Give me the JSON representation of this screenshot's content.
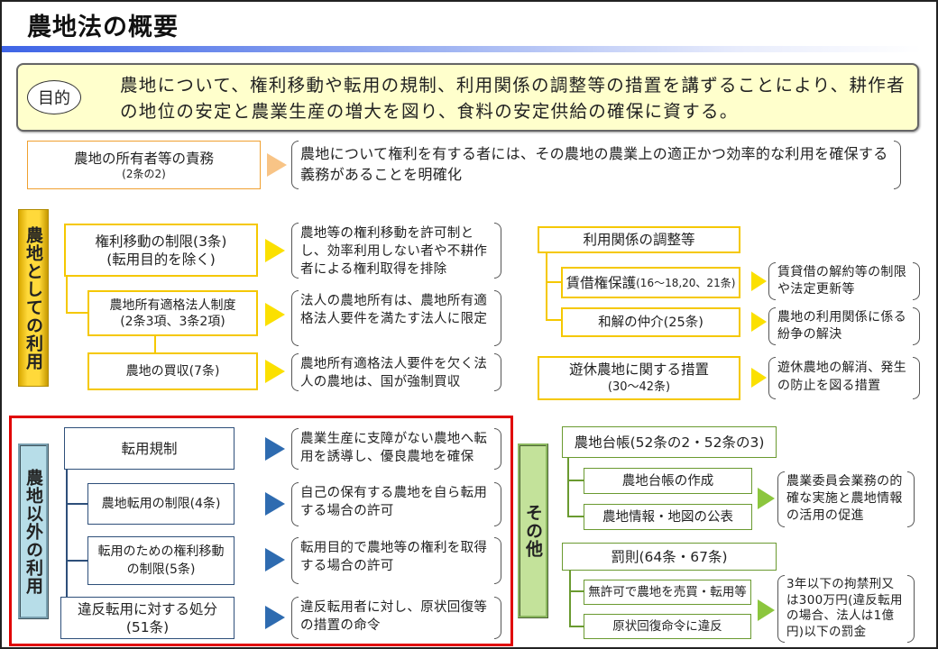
{
  "title": "農地法の概要",
  "purpose": {
    "label": "目的",
    "text": "農地について、権利移動や転用の規制、利用関係の調整等の措置を講ずることにより、耕作者の地位の安定と農業生産の増大を図り、食料の安定供給の確保に資する。"
  },
  "duty": {
    "title": "農地の所有者等の責務",
    "ref": "(2条の2)",
    "desc": "農地について権利を有する者には、その農地の農業上の適正かつ効率的な利用を確保する義務があることを明確化"
  },
  "agri_use": {
    "label": "農地としての利用",
    "items": [
      {
        "title": "権利移動の制限(3条)",
        "sub": "(転用目的を除く)",
        "desc": "農地等の権利移動を許可制とし、効率利用しない者や不耕作者による権利取得を排除"
      },
      {
        "title": "農地所有適格法人制度",
        "sub": "(2条3項、3条2項)",
        "desc": "法人の農地所有は、農地所有適格法人要件を満たす法人に限定"
      },
      {
        "title": "農地の買収(7条)",
        "desc": "農地所有適格法人要件を欠く法人の農地は、国が強制買収"
      }
    ]
  },
  "relations": {
    "title": "利用関係の調整等",
    "items": [
      {
        "title": "賃借権保護",
        "ref": "(16〜18,20、21条)",
        "desc": "賃貸借の解約等の制限や法定更新等"
      },
      {
        "title": "和解の仲介(25条)",
        "desc": "農地の利用関係に係る紛争の解決"
      }
    ]
  },
  "idle": {
    "title": "遊休農地に関する措置",
    "ref": "(30〜42条)",
    "desc": "遊休農地の解消、発生の防止を図る措置"
  },
  "non_agri": {
    "label": "農地以外の利用",
    "items": [
      {
        "title": "転用規制",
        "desc": "農業生産に支障がない農地へ転用を誘導し、優良農地を確保"
      },
      {
        "title": "農地転用の制限(4条)",
        "desc": "自己の保有する農地を自ら転用する場合の許可"
      },
      {
        "title": "転用のための権利移動の制限(5条)",
        "desc": "転用目的で農地等の権利を取得する場合の許可"
      },
      {
        "title": "違反転用に対する処分",
        "sub": "(51条)",
        "desc": "違反転用者に対し、原状回復等の措置の命令"
      }
    ]
  },
  "other": {
    "label": "その他",
    "ledger": {
      "title": "農地台帳(52条の2・52条の3)",
      "items": [
        "農地台帳の作成",
        "農地情報・地図の公表"
      ],
      "desc": "農業委員会業務の的確な実施と農地情報の活用の促進"
    },
    "penalty": {
      "title": "罰則(64条・67条)",
      "items": [
        "無許可で農地を売買・転用等",
        "原状回復命令に違反"
      ],
      "desc": "3年以下の拘禁刑又は300万円(違反転用の場合、法人は1億円)以下の罰金"
    }
  }
}
